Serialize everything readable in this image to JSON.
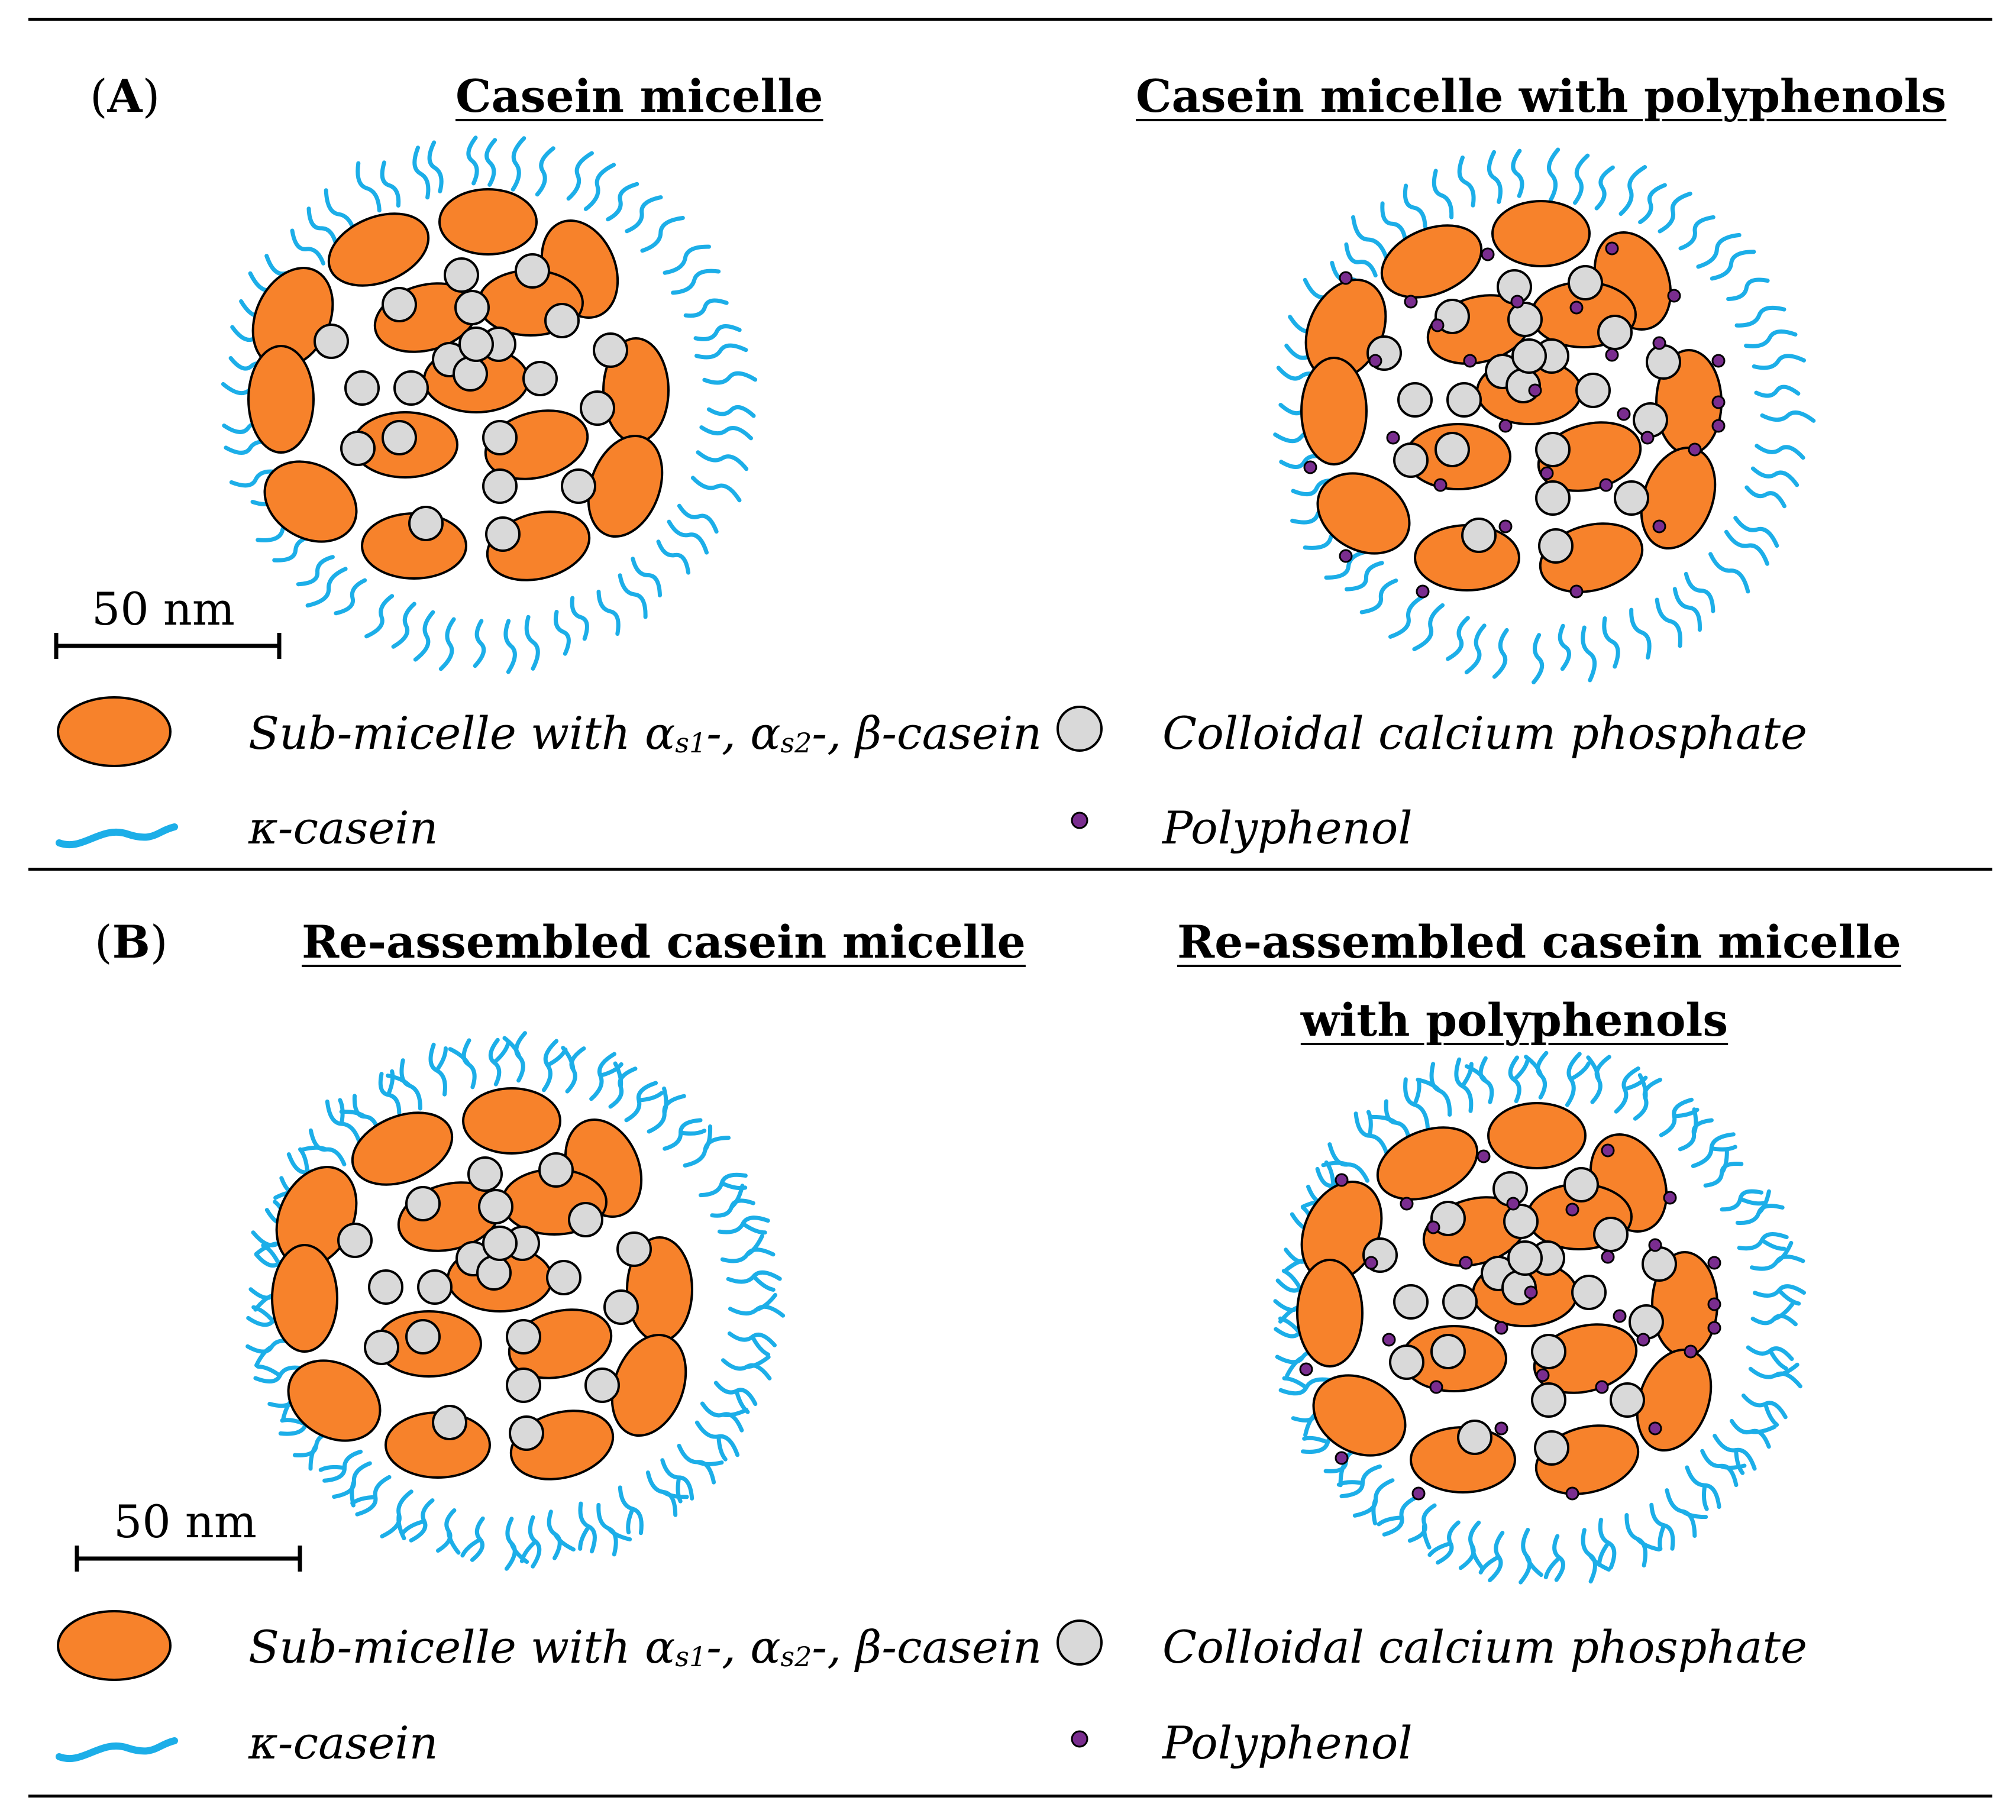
{
  "panel_a": {
    "tag_open": "(",
    "tag_letter": "A",
    "tag_close": ")",
    "title_left": "Casein micelle",
    "title_right": "Casein micelle with polyphenols",
    "scale_label": "50 nm"
  },
  "panel_b": {
    "tag_open": "(",
    "tag_letter": "B",
    "tag_close": ")",
    "title_left": "Re-assembled casein micelle",
    "title_right_line1": "Re-assembled casein micelle",
    "title_right_line2": "with polyphenols",
    "scale_label": "50 nm"
  },
  "legend": {
    "submicelle_pre": "Sub-micelle with α",
    "submicelle_sub1": "s1",
    "submicelle_mid": "-, α",
    "submicelle_sub2": "s2",
    "submicelle_post": "-, β-casein",
    "kappa": "κ-casein",
    "ccp": "Colloidal calcium phosphate",
    "polyphenol": "Polyphenol"
  },
  "colors": {
    "submicelle": "#F7822B",
    "kappa_casein": "#1CAEE8",
    "ccp": "#D9D9D9",
    "polyphenol": "#7A2D8F",
    "outline": "#000000"
  },
  "icons": [
    "submicelle-icon",
    "kappa-casein-icon",
    "calcium-phosphate-icon",
    "polyphenol-icon"
  ]
}
